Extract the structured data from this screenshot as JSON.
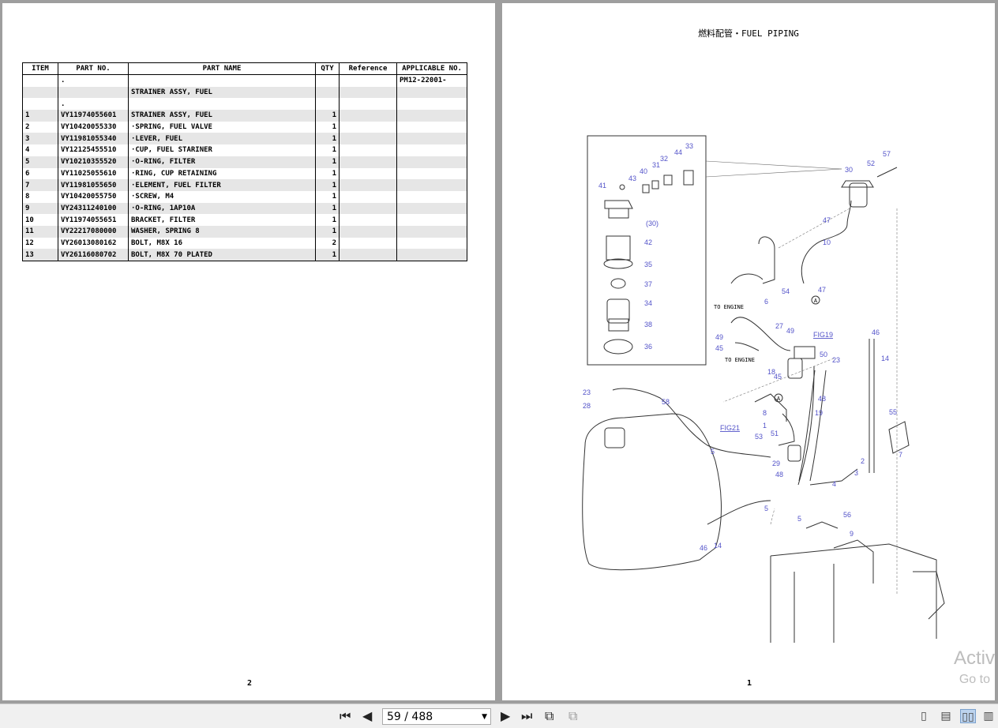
{
  "left_page": {
    "headers": [
      "ITEM",
      "PART NO.",
      "PART NAME",
      "QTY",
      "Reference",
      "APPLICABLE NO."
    ],
    "rows": [
      {
        "item": "",
        "part_no": ".",
        "name": "",
        "qty": "",
        "ref": "",
        "applicable": "PM12-22001-"
      },
      {
        "item": "",
        "part_no": "",
        "name": "STRAINER ASSY, FUEL",
        "qty": "",
        "ref": "",
        "applicable": ""
      },
      {
        "item": "",
        "part_no": ".",
        "name": "",
        "qty": "",
        "ref": "",
        "applicable": ""
      },
      {
        "item": "1",
        "part_no": "VY11974055601",
        "name": "STRAINER ASSY, FUEL",
        "qty": "1",
        "ref": "",
        "applicable": ""
      },
      {
        "item": "2",
        "part_no": "VY10420055330",
        "name": "·SPRING, FUEL VALVE",
        "qty": "1",
        "ref": "",
        "applicable": ""
      },
      {
        "item": "3",
        "part_no": "VY11981055340",
        "name": "·LEVER, FUEL",
        "qty": "1",
        "ref": "",
        "applicable": ""
      },
      {
        "item": "4",
        "part_no": "VY12125455510",
        "name": "·CUP, FUEL STARINER",
        "qty": "1",
        "ref": "",
        "applicable": ""
      },
      {
        "item": "5",
        "part_no": "VY10210355520",
        "name": "·O-RING, FILTER",
        "qty": "1",
        "ref": "",
        "applicable": ""
      },
      {
        "item": "6",
        "part_no": "VY11025055610",
        "name": "·RING, CUP RETAINING",
        "qty": "1",
        "ref": "",
        "applicable": ""
      },
      {
        "item": "7",
        "part_no": "VY11981055650",
        "name": "·ELEMENT, FUEL FILTER",
        "qty": "1",
        "ref": "",
        "applicable": ""
      },
      {
        "item": "8",
        "part_no": "VY10420055750",
        "name": "·SCREW, M4",
        "qty": "1",
        "ref": "",
        "applicable": ""
      },
      {
        "item": "9",
        "part_no": "VY24311240100",
        "name": "·O-RING, 1AP10A",
        "qty": "1",
        "ref": "",
        "applicable": ""
      },
      {
        "item": "10",
        "part_no": "VY11974055651",
        "name": "BRACKET, FILTER",
        "qty": "1",
        "ref": "",
        "applicable": ""
      },
      {
        "item": "11",
        "part_no": "VY22217080000",
        "name": "WASHER, SPRING 8",
        "qty": "1",
        "ref": "",
        "applicable": ""
      },
      {
        "item": "12",
        "part_no": "VY26013080162",
        "name": "BOLT, M8X 16",
        "qty": "2",
        "ref": "",
        "applicable": ""
      },
      {
        "item": "13",
        "part_no": "VY26116080702",
        "name": "BOLT, M8X 70 PLATED",
        "qty": "1",
        "ref": "",
        "applicable": ""
      }
    ],
    "page_number": "2"
  },
  "right_page": {
    "title": "燃料配管・FUEL PIPING",
    "page_number": "1",
    "diagram_text": {
      "to_engine_1": "TO ENGINE",
      "to_engine_2": "TO ENGINE",
      "fig19": "FIG19",
      "fig21": "FIG21",
      "callouts": [
        "33",
        "44",
        "32",
        "31",
        "40",
        "43",
        "41",
        "(30)",
        "42",
        "35",
        "37",
        "34",
        "38",
        "36",
        "30",
        "52",
        "57",
        "47",
        "10",
        "6",
        "54",
        "47",
        "27",
        "49",
        "49",
        "45",
        "18",
        "45",
        "50",
        "23",
        "46",
        "14",
        "48",
        "19",
        "8",
        "1",
        "55",
        "53",
        "51",
        "29",
        "23",
        "28",
        "58",
        "5",
        "48",
        "3",
        "2",
        "7",
        "4",
        "5",
        "5",
        "56",
        "9",
        "46",
        "14"
      ],
      "marker_a": "A"
    }
  },
  "watermark": {
    "line1": "Activ",
    "line2": "Go to"
  },
  "toolbar": {
    "page_indicator": "59 / 488",
    "first_icon": "first-page-icon",
    "prev_icon": "prev-page-icon",
    "next_icon": "next-page-icon",
    "last_icon": "last-page-icon"
  }
}
